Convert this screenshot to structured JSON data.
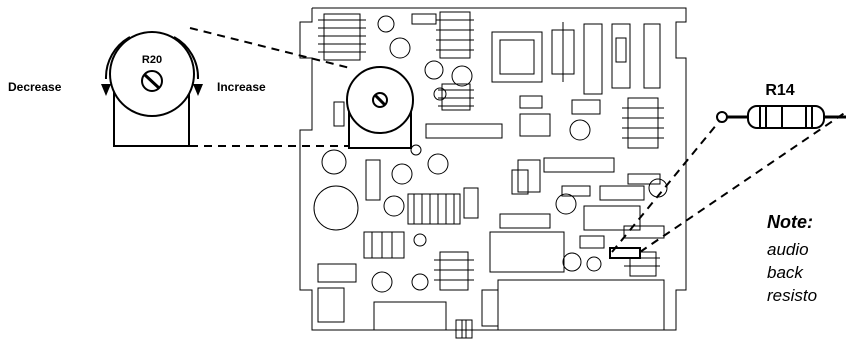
{
  "labels": {
    "r20": "R20",
    "r14": "R14",
    "decrease": "Decrease",
    "increase": "Increase"
  },
  "note": {
    "heading": "Note:",
    "line1": "audio",
    "line2": "back",
    "line3": "resisto"
  }
}
